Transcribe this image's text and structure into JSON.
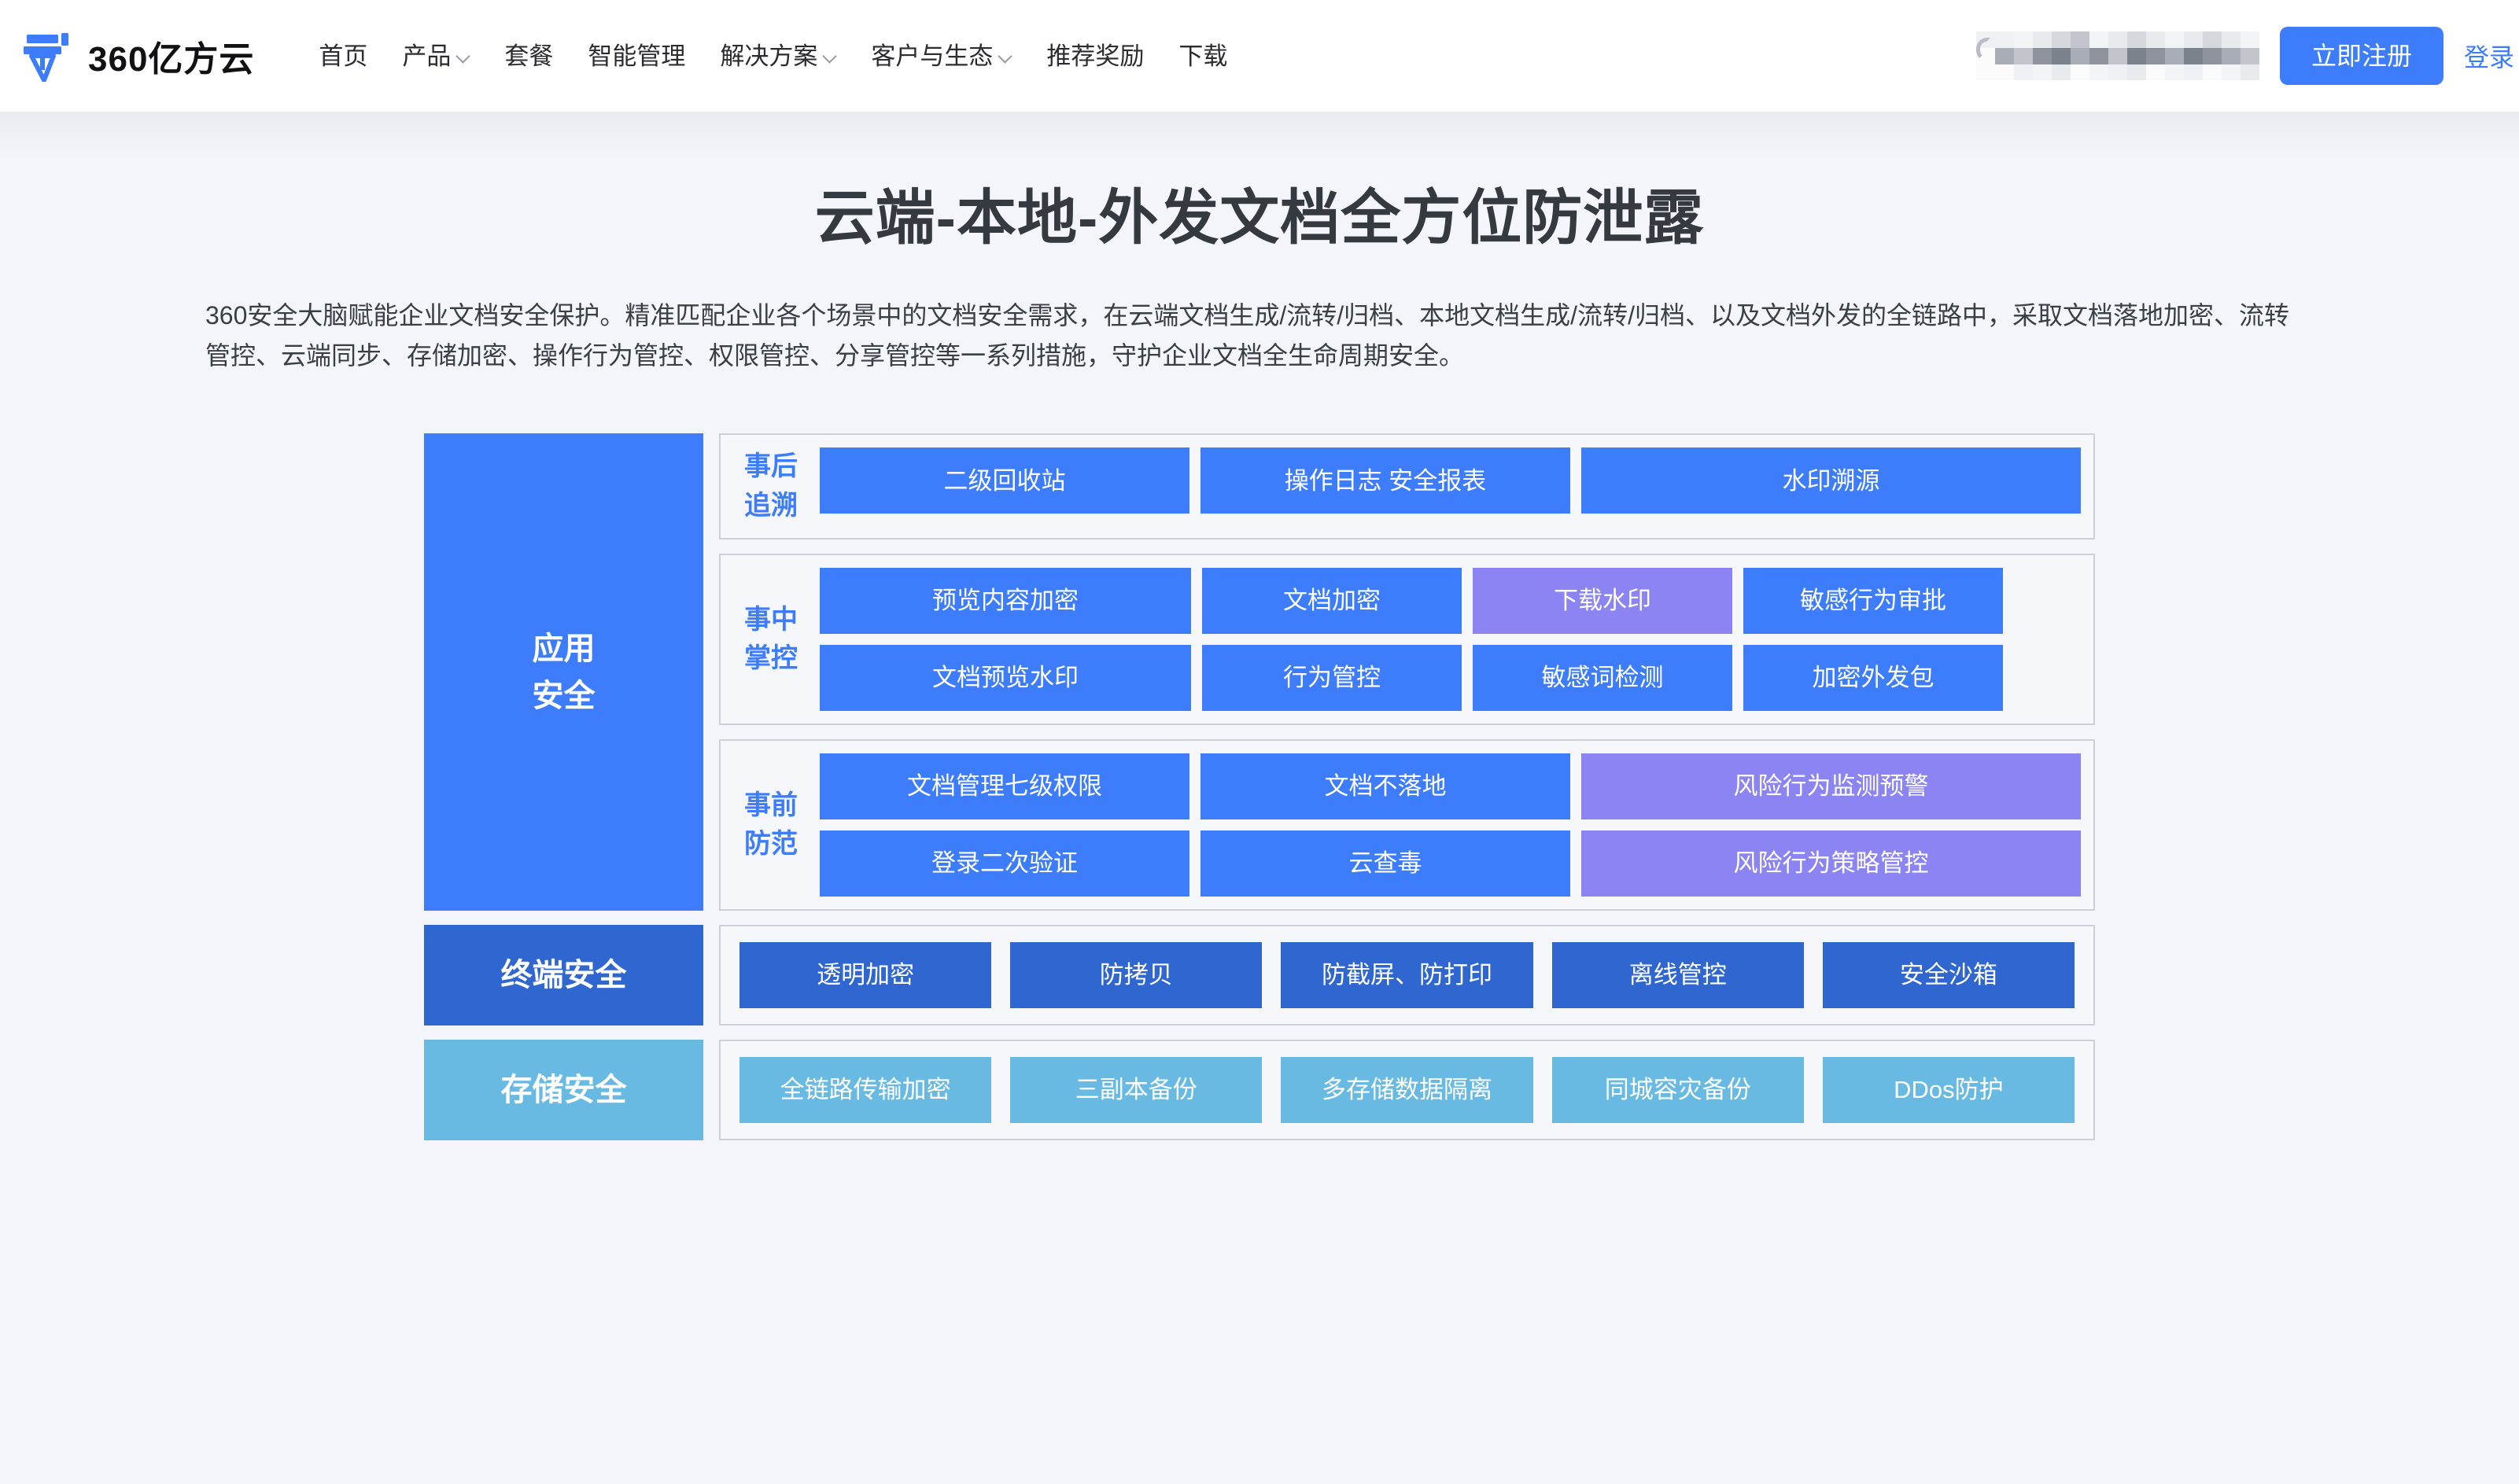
{
  "header": {
    "brand_name": "360亿方云",
    "brand_logo_icon": "yifangyun-pen-logo-icon",
    "nav": [
      {
        "label": "首页",
        "has_caret": false
      },
      {
        "label": "产品",
        "has_caret": true
      },
      {
        "label": "套餐",
        "has_caret": false
      },
      {
        "label": "智能管理",
        "has_caret": false
      },
      {
        "label": "解决方案",
        "has_caret": true
      },
      {
        "label": "客户与生态",
        "has_caret": true
      },
      {
        "label": "推荐奖励",
        "has_caret": false
      },
      {
        "label": "下载",
        "has_caret": false
      }
    ],
    "user_account_masked": "",
    "register_label": "立即注册",
    "login_label": "登录",
    "accent_color": "#3d7dfb"
  },
  "main": {
    "title": "云端-本地-外发文档全方位防泄露",
    "description": "360安全大脑赋能企业文档安全保护。精准匹配企业各个场景中的文档安全需求，在云端文档生成/流转/归档、本地文档生成/流转/归档、以及文档外发的全链路中，采取文档落地加密、流转管控、云端同步、存储加密、操作行为管控、权限管控、分享管控等一系列措施，守护企业文档全生命周期安全。"
  },
  "diagram": {
    "colors": {
      "blue": "#3d7dfb",
      "purple": "#8b84f2",
      "dark_blue": "#2f66cf",
      "light_blue": "#68bae2",
      "group_border": "#cdd0d8",
      "group_bg": "#f6f7fb"
    },
    "layers": [
      {
        "label": "应用\n安全",
        "label_line1": "应用",
        "label_line2": "安全",
        "groups": [
          {
            "label_line1": "事后",
            "label_line2": "追溯",
            "rows": [
              [
                {
                  "label": "二级回收站",
                  "color": "blue"
                },
                {
                  "label": "操作日志  安全报表",
                  "color": "blue"
                },
                {
                  "label": "水印溯源",
                  "color": "blue"
                }
              ]
            ]
          },
          {
            "label_line1": "事中",
            "label_line2": "掌控",
            "rows": [
              [
                {
                  "label": "预览内容加密",
                  "color": "blue"
                },
                {
                  "label": "文档加密",
                  "color": "blue"
                },
                {
                  "label": "下载水印",
                  "color": "purple"
                },
                {
                  "label": "敏感行为审批",
                  "color": "blue"
                }
              ],
              [
                {
                  "label": "文档预览水印",
                  "color": "blue"
                },
                {
                  "label": "行为管控",
                  "color": "blue"
                },
                {
                  "label": "敏感词检测",
                  "color": "blue"
                },
                {
                  "label": "加密外发包",
                  "color": "blue"
                }
              ]
            ]
          },
          {
            "label_line1": "事前",
            "label_line2": "防范",
            "rows": [
              [
                {
                  "label": "文档管理七级权限",
                  "color": "blue"
                },
                {
                  "label": "文档不落地",
                  "color": "blue"
                },
                {
                  "label": "风险行为监测预警",
                  "color": "purple"
                }
              ],
              [
                {
                  "label": "登录二次验证",
                  "color": "blue"
                },
                {
                  "label": "云查毒",
                  "color": "blue"
                },
                {
                  "label": "风险行为策略管控",
                  "color": "purple"
                }
              ]
            ]
          }
        ]
      },
      {
        "label_line1": "终端安全",
        "label_line2": "",
        "tiles": [
          {
            "label": "透明加密",
            "color": "dkblue"
          },
          {
            "label": "防拷贝",
            "color": "dkblue"
          },
          {
            "label": "防截屏、防打印",
            "color": "dkblue"
          },
          {
            "label": "离线管控",
            "color": "dkblue"
          },
          {
            "label": "安全沙箱",
            "color": "dkblue"
          }
        ]
      },
      {
        "label_line1": "存储安全",
        "label_line2": "",
        "tiles": [
          {
            "label": "全链路传输加密",
            "color": "ltblue"
          },
          {
            "label": "三副本备份",
            "color": "ltblue"
          },
          {
            "label": "多存储数据隔离",
            "color": "ltblue"
          },
          {
            "label": "同城容灾备份",
            "color": "ltblue"
          },
          {
            "label": "DDos防护",
            "color": "ltblue"
          }
        ]
      }
    ]
  }
}
